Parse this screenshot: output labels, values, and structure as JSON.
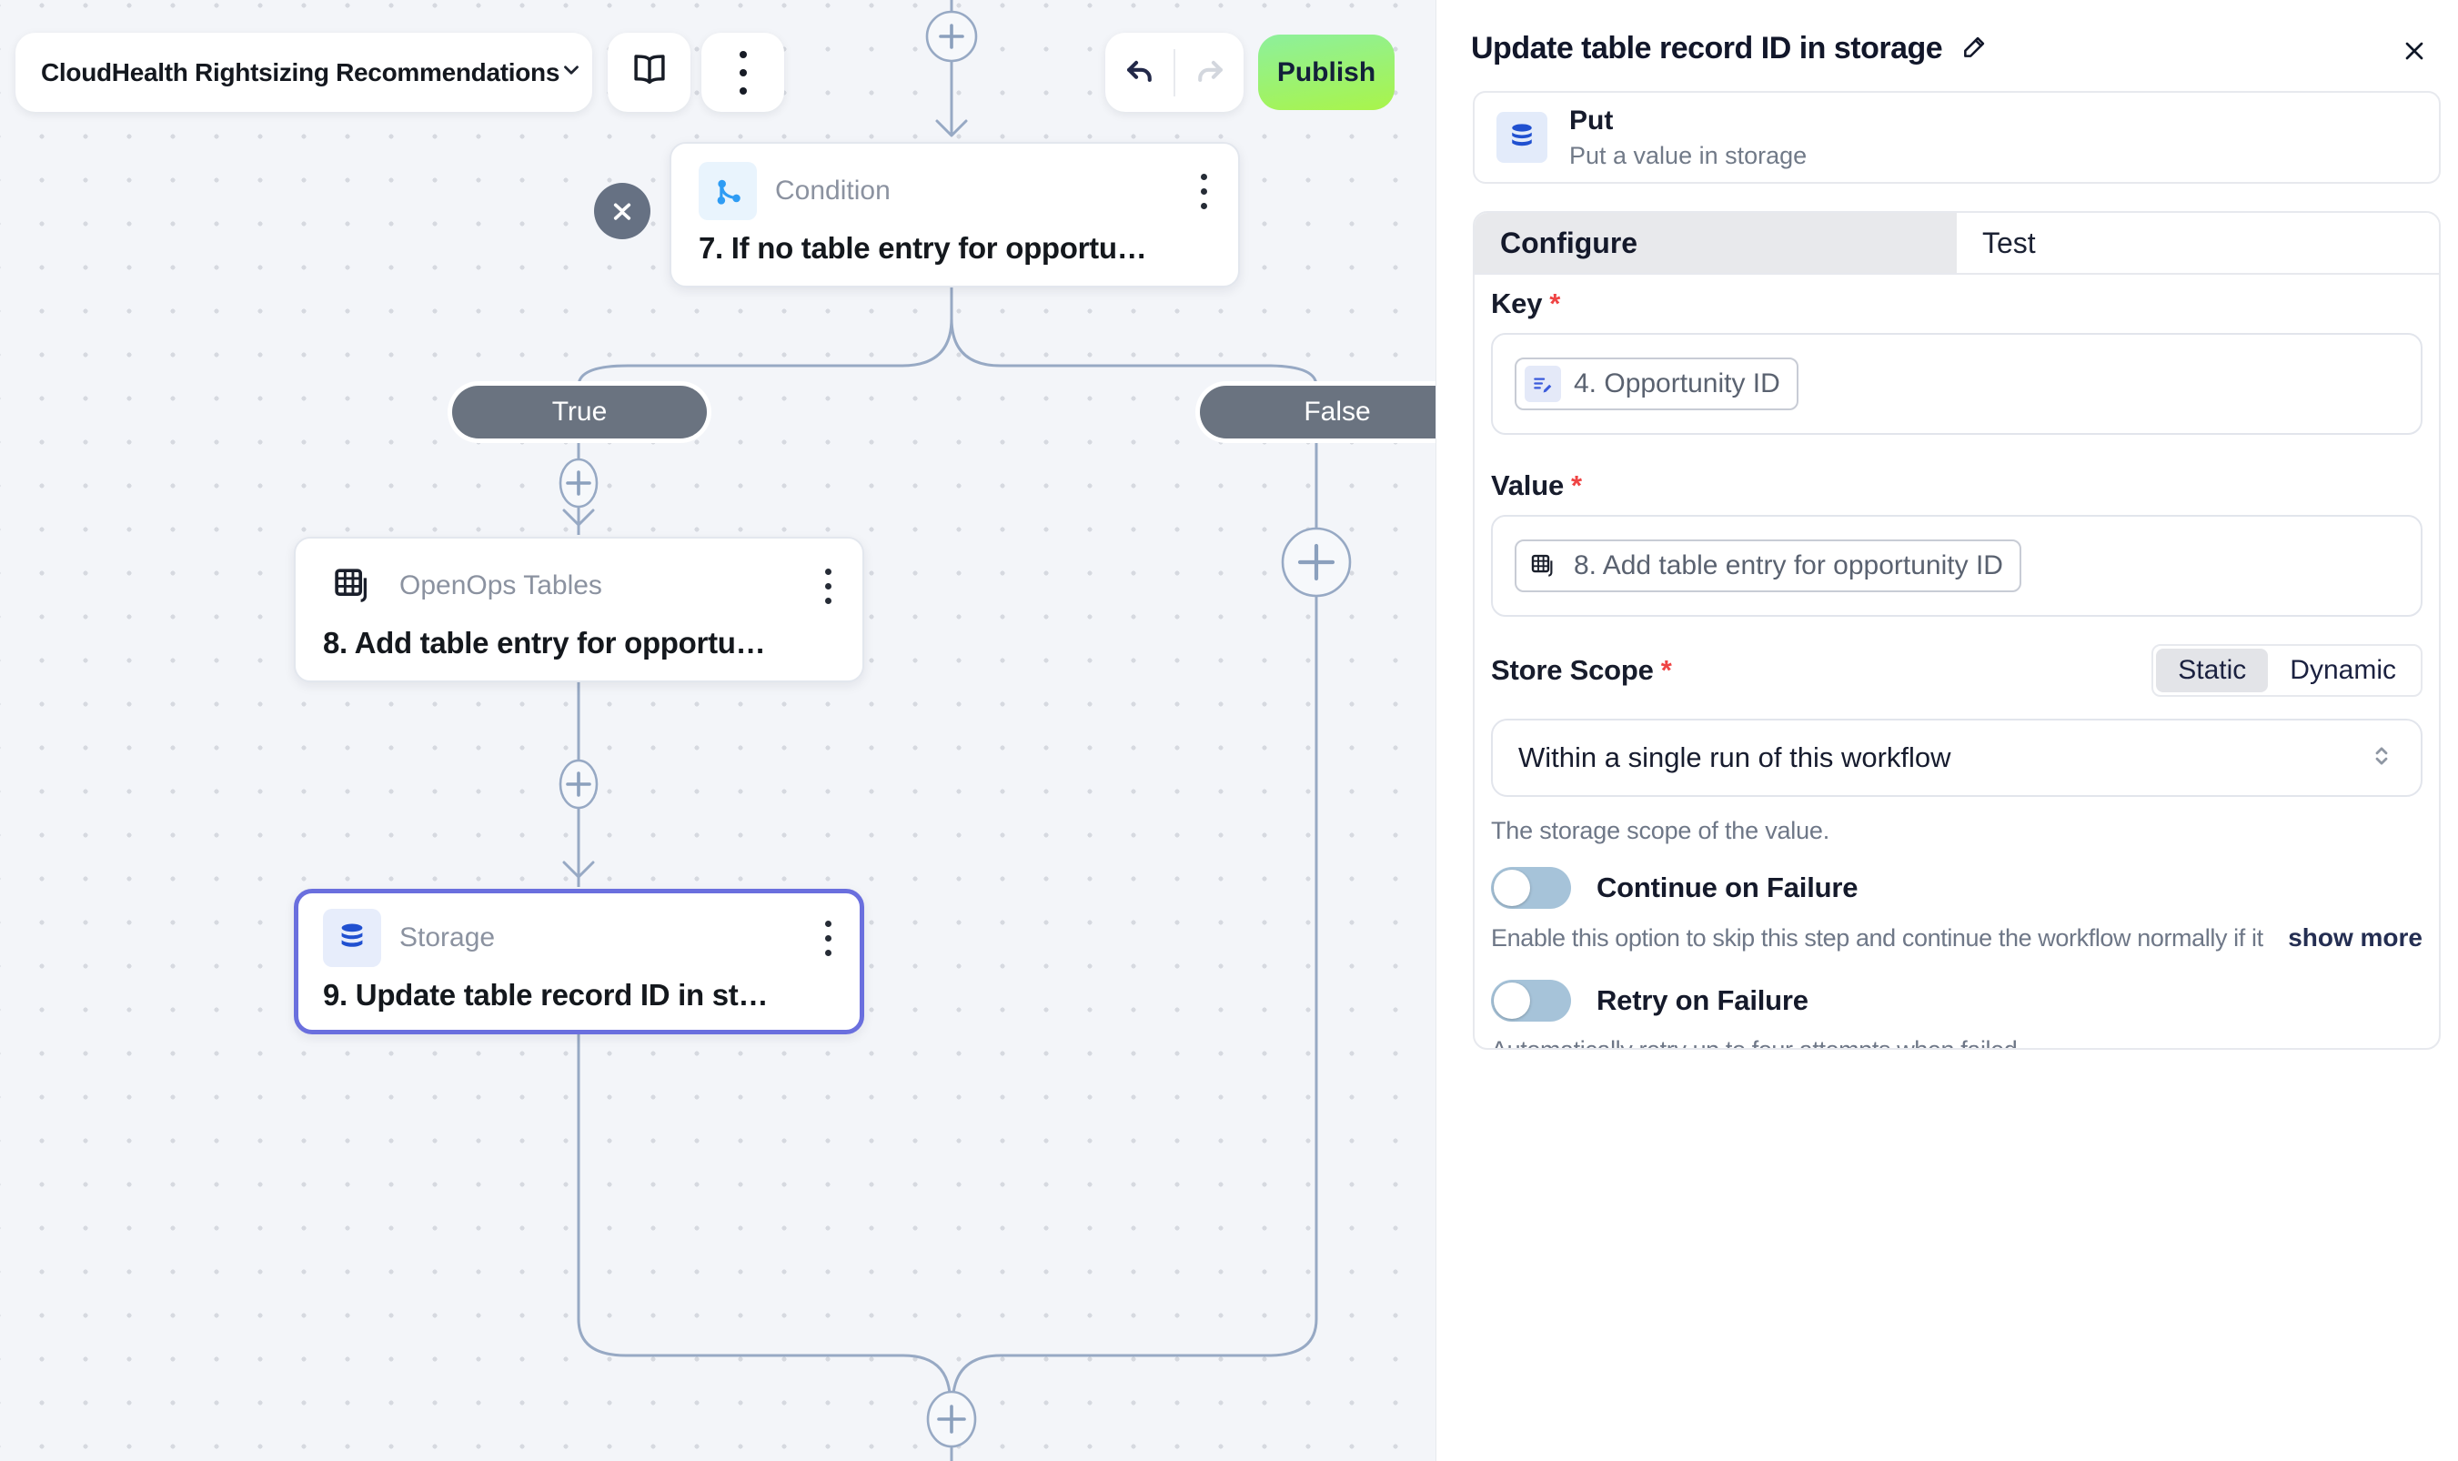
{
  "colors": {
    "canvas-bg": "#f3f5f9",
    "accent-selected": "#6a6fde",
    "branch-badge": "#6a7380",
    "connector": "#97a9c4",
    "publish-from": "#8df09c",
    "publish-to": "#a9f44a",
    "tab-active-bg": "#e8e9ec",
    "required": "#ef4444",
    "toggle-off": "#a6c3d9",
    "icon-blue": "#2e9cf4",
    "db-blue": "#2050d0",
    "token-icon-blue": "#3b5bdb"
  },
  "toolbar": {
    "workflow_name": "CloudHealth Rightsizing Recommendations",
    "publish_label": "Publish"
  },
  "canvas": {
    "branch_true": "True",
    "branch_false": "False",
    "nodes": {
      "condition": {
        "type": "Condition",
        "title": "7. If no table entry for opportu…"
      },
      "tables": {
        "type": "OpenOps Tables",
        "title": "8. Add table entry for opportu…"
      },
      "storage": {
        "type": "Storage",
        "title": "9. Update table record ID in st…"
      }
    }
  },
  "panel": {
    "title": "Update table record ID in storage",
    "required_marker": "*",
    "action": {
      "name": "Put",
      "description": "Put a value in storage"
    },
    "tabs": {
      "configure": "Configure",
      "test": "Test"
    },
    "key": {
      "label": "Key",
      "token": "4. Opportunity ID"
    },
    "value": {
      "label": "Value",
      "token": "8. Add table entry for opportunity ID"
    },
    "store_scope": {
      "label": "Store Scope",
      "option_static": "Static",
      "option_dynamic": "Dynamic",
      "value": "Within a single run of this workflow",
      "helper": "The storage scope of the value."
    },
    "continue_on_failure": {
      "label": "Continue on Failure",
      "helper": "Enable this option to skip this step and continue the workflow normally if it fa...",
      "show_more": "show more"
    },
    "retry_on_failure": {
      "label": "Retry on Failure",
      "helper": "Automatically retry up to four attempts when failed."
    }
  }
}
